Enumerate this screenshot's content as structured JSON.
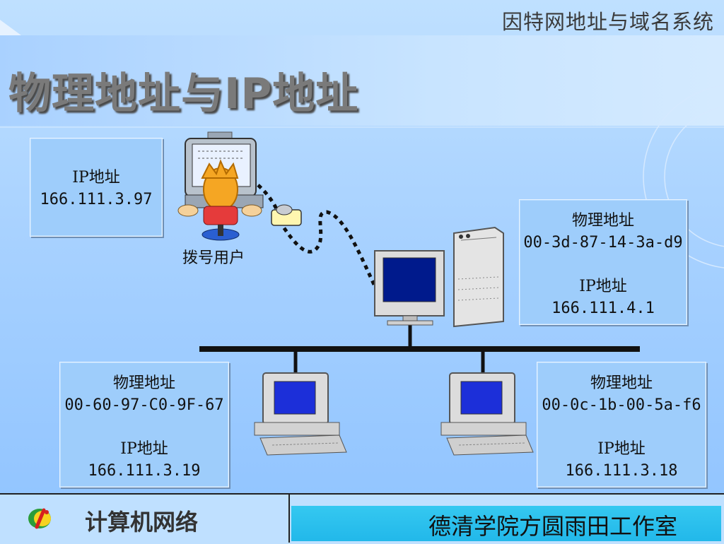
{
  "header": {
    "topic": "因特网地址与域名系统",
    "title": "物理地址与IP地址"
  },
  "dialup_user": {
    "label": "拨号用户",
    "ip_label": "IP地址",
    "ip": "166.111.3.97"
  },
  "server_host": {
    "mac_label": "物理地址",
    "mac": "00-3d-87-14-3a-d9",
    "ip_label": "IP地址",
    "ip": "166.111.4.1"
  },
  "host_left": {
    "mac_label": "物理地址",
    "mac": "00-60-97-C0-9F-67",
    "ip_label": "IP地址",
    "ip": "166.111.3.19"
  },
  "host_right": {
    "mac_label": "物理地址",
    "mac": "00-0c-1b-00-5a-f6",
    "ip_label": "IP地址",
    "ip": "166.111.3.18"
  },
  "footer": {
    "course": "计算机网络",
    "studio": "德清学院方圆雨田工作室"
  },
  "colors": {
    "background": "#a7d1ff",
    "box": "#9ecdfb",
    "bus": "#111111",
    "footer_accent": "#22b8ea"
  }
}
